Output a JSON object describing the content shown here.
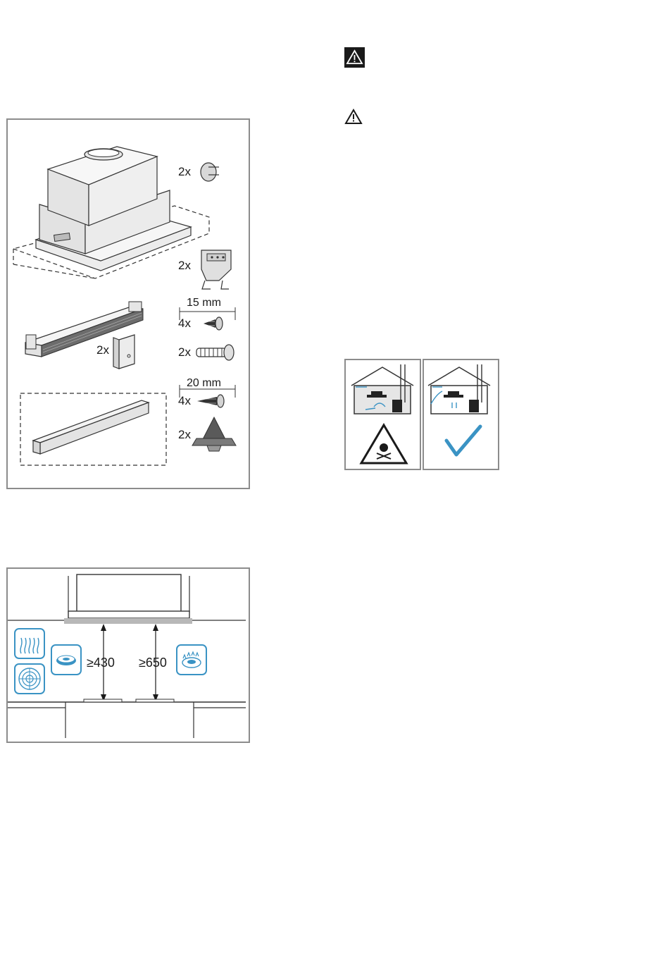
{
  "warnings": {
    "icon_filled": "warning-triangle-filled",
    "icon_outline": "warning-triangle-outline"
  },
  "scope_of_delivery": {
    "fan_qty": "2x",
    "bracket_qty": "2x",
    "holder_qty": "2x",
    "screw_15_length": "15 mm",
    "screw_15_qty": "4x",
    "dowel_qty": "2x",
    "screw_20_length": "20 mm",
    "screw_20_qty": "4x",
    "spacer_qty": "2x"
  },
  "clearance": {
    "electric_min": "≥430",
    "gas_min": "≥650"
  },
  "airflow": {
    "bad_icon": "skull-crossbones-warning",
    "good_icon": "checkmark"
  },
  "colors": {
    "accent_blue": "#3a93c4",
    "frame_gray": "#8c8c8c"
  }
}
